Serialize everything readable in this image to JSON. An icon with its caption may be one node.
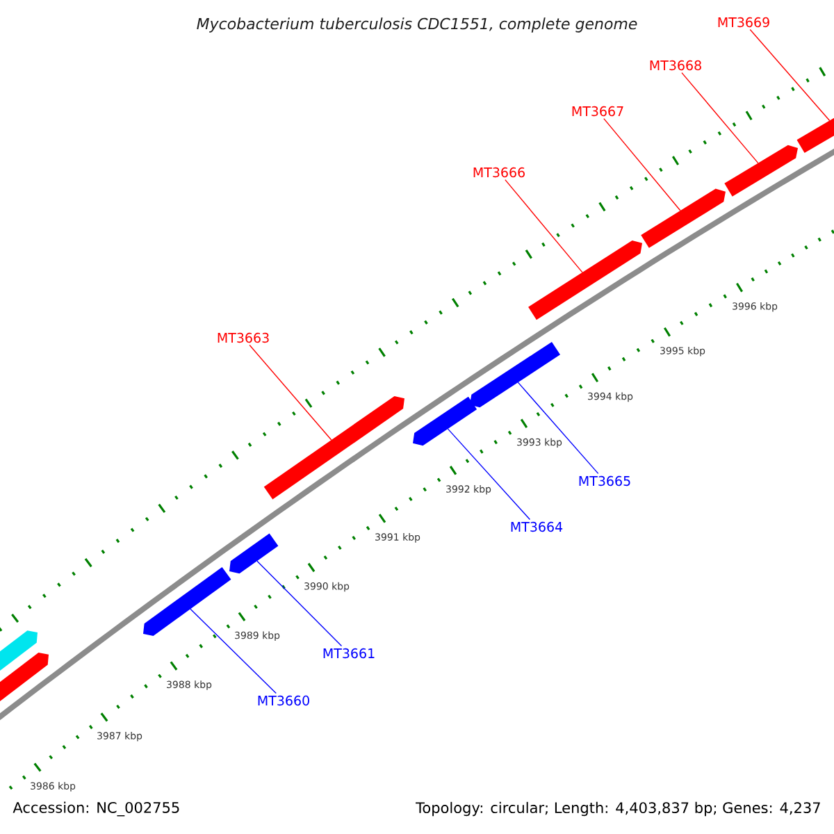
{
  "diagram": {
    "title": "Mycobacterium tuberculosis CDC1551, complete genome",
    "nodes": [
      {
        "text": [
          "MT3669"
        ]
      },
      {
        "text": [
          "MT3668"
        ]
      },
      {
        "text": [
          "MT3667"
        ]
      },
      {
        "text": [
          "MT3666"
        ]
      },
      {
        "text": [
          "MT3663"
        ]
      },
      {
        "text": [
          "MT3665"
        ]
      },
      {
        "text": [
          "MT3664"
        ]
      },
      {
        "text": [
          "MT3661"
        ]
      },
      {
        "text": [
          "MT3660"
        ]
      },
      {
        "text": [],
        "shape": "bar"
      },
      {
        "text": [],
        "shape": "bar"
      },
      {
        "text": [],
        "shape": "bar"
      },
      {
        "text": [],
        "shape": "bar"
      },
      {
        "text": [],
        "shape": "bar"
      },
      {
        "text": [],
        "shape": "bar"
      },
      {
        "text": [],
        "shape": "bar"
      },
      {
        "text": [],
        "shape": "bar"
      },
      {
        "text": [],
        "shape": "bar"
      },
      {
        "text": [],
        "shape": "bar"
      },
      {
        "text": [],
        "shape": "bar"
      }
    ],
    "edges": [
      {
        "from": 0,
        "to": 19,
        "arrow": "none"
      },
      {
        "from": 1,
        "to": 18,
        "arrow": "none"
      },
      {
        "from": 2,
        "to": 17,
        "arrow": "none"
      },
      {
        "from": 3,
        "to": 16,
        "arrow": "none"
      },
      {
        "from": 4,
        "to": 13,
        "arrow": "none"
      },
      {
        "from": 5,
        "to": 15,
        "arrow": "none",
        "color": "#0000ff"
      },
      {
        "from": 6,
        "to": 14,
        "arrow": "none",
        "color": "#0000ff"
      },
      {
        "from": 7,
        "to": 12,
        "arrow": "none",
        "color": "#0000ff"
      },
      {
        "from": 8,
        "to": 11,
        "arrow": "none",
        "color": "#0000ff"
      }
    ],
    "labels": [
      "3986 kbp",
      "3987 kbp",
      "3988 kbp",
      "3989 kbp",
      "3990 kbp",
      "3991 kbp",
      "3992 kbp",
      "3993 kbp",
      "3994 kbp",
      "3995 kbp",
      "3996 kbp",
      "Accession: NC_002755",
      "Topology: circular; Length: 4,403,837 bp; Genes: 4,237"
    ]
  }
}
